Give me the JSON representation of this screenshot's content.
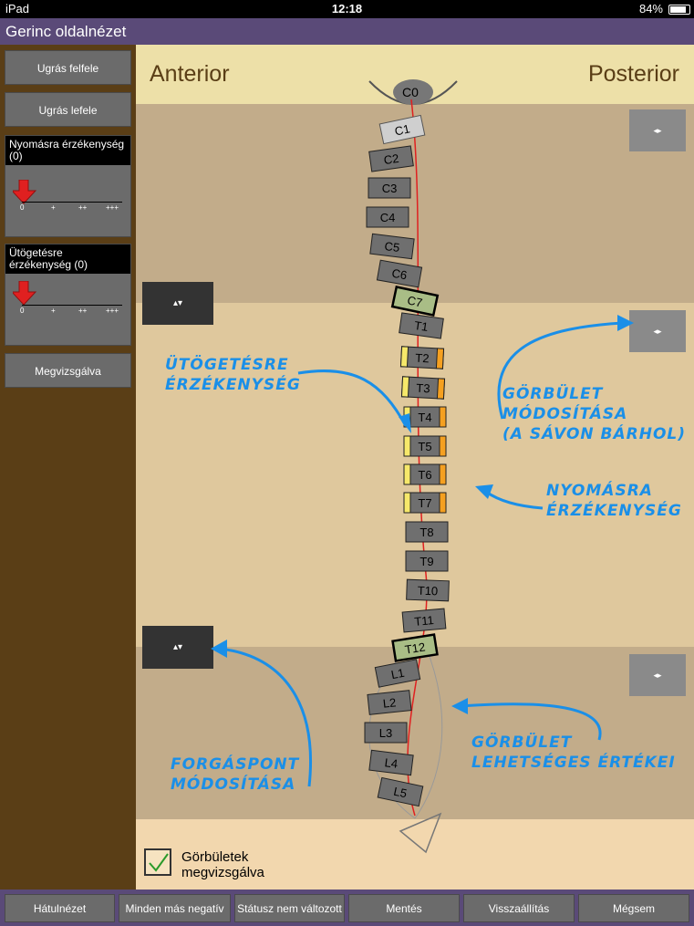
{
  "status": {
    "device": "iPad",
    "time": "12:18",
    "battery": "84%"
  },
  "title": "Gerinc oldalnézet",
  "sidebar": {
    "jump_up": "Ugrás felfele",
    "jump_down": "Ugrás lefele",
    "pressure": {
      "label": "Nyomásra érzékenység (0)",
      "ticks": [
        "0",
        "+",
        "++",
        "+++"
      ]
    },
    "tapping": {
      "label": "Ütögetésre érzékenység (0)",
      "ticks": [
        "0",
        "+",
        "++",
        "+++"
      ]
    },
    "examined": "Megvizsgálva"
  },
  "main": {
    "anterior": "Anterior",
    "posterior": "Posterior",
    "c0": "C0",
    "vertebrae": [
      "C1",
      "C2",
      "C3",
      "C4",
      "C5",
      "C6",
      "C7",
      "T1",
      "T2",
      "T3",
      "T4",
      "T5",
      "T6",
      "T7",
      "T8",
      "T9",
      "T10",
      "T11",
      "T12",
      "L1",
      "L2",
      "L3",
      "L4",
      "L5"
    ],
    "curve_arrow": "◂▸",
    "pivot_arrow": "▴▾",
    "checkbox_label": "Görbületek megvizsgálva"
  },
  "annotations": {
    "tapping": [
      "ÜTÖGETÉSRE",
      "ÉRZÉKENYSÉG"
    ],
    "curve": [
      "GÖRBÜLET",
      "MÓDOSÍTÁSA",
      "(A SÁVON BÁRHOL)"
    ],
    "pressure": [
      "NYOMÁSRA",
      "ÉRZÉKENYSÉG"
    ],
    "pivot": [
      "FORGÁSPONT",
      "MÓDOSÍTÁSA"
    ],
    "values": [
      "GÖRBÜLET",
      "LEHETSÉGES ÉRTÉKEI"
    ]
  },
  "footer": [
    "Hátulnézet",
    "Minden más negatív",
    "Státusz nem változott",
    "Mentés",
    "Visszaállítás",
    "Mégsem"
  ],
  "colors": {
    "titlebar": "#5a4a78",
    "sidebar": "#5a3e16",
    "note": "#1a8fe8",
    "yellow": "#f6e86a",
    "orange": "#f5a020",
    "green": "#a9bd86"
  }
}
